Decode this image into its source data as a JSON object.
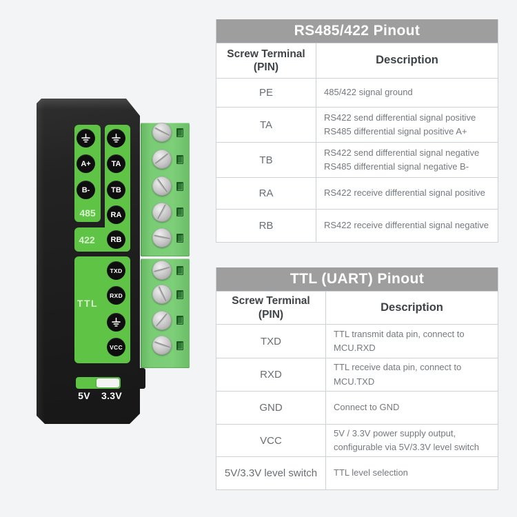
{
  "tables": {
    "rs485": {
      "title": "RS485/422 Pinout",
      "col1_header_line1": "Screw Terminal",
      "col1_header_line2": "(PIN)",
      "col2_header": "Description",
      "rows": [
        {
          "pin": "PE",
          "desc1": "485/422 signal ground",
          "desc2": ""
        },
        {
          "pin": "TA",
          "desc1": "RS422 send differential signal positive",
          "desc2": "RS485 differential signal positive A+"
        },
        {
          "pin": "TB",
          "desc1": "RS422 send differential signal negative",
          "desc2": "RS485 differential signal negative B-"
        },
        {
          "pin": "RA",
          "desc1": "RS422 receive differential signal positive",
          "desc2": ""
        },
        {
          "pin": "RB",
          "desc1": "RS422 receive differential signal negative",
          "desc2": ""
        }
      ]
    },
    "ttl": {
      "title": "TTL (UART) Pinout",
      "col1_header_line1": "Screw Terminal",
      "col1_header_line2": "(PIN)",
      "col2_header": "Description",
      "rows": [
        {
          "pin": "TXD",
          "desc1": "TTL transmit data pin,  connect to",
          "desc2": "MCU.RXD"
        },
        {
          "pin": "RXD",
          "desc1": "TTL receive data pin,  connect to",
          "desc2": "MCU.TXD"
        },
        {
          "pin": "GND",
          "desc1": "Connect to GND",
          "desc2": ""
        },
        {
          "pin": "VCC",
          "desc1": "5V / 3.3V power supply output,",
          "desc2": "configurable via 5V/3.3V level switch"
        },
        {
          "pin": "5V/3.3V level switch",
          "desc1": "TTL level selection",
          "desc2": ""
        }
      ]
    }
  },
  "device": {
    "pins": {
      "a_plus": "A+",
      "b_minus": "B-",
      "ta": "TA",
      "tb": "TB",
      "ra": "RA",
      "rb": "RB",
      "txd": "TXD",
      "rxd": "RXD",
      "vcc": "VCC"
    },
    "groups": {
      "rs485": "485",
      "rs422": "422",
      "ttl": "TTL"
    },
    "level_switch": {
      "left_label": "5V",
      "right_label": "3.3V",
      "knob_position": "right"
    },
    "icons": {
      "ground": "earth-ground-symbol"
    },
    "terminal_blocks": {
      "block1_screws": 5,
      "block2_screws": 4
    },
    "colors": {
      "label_green": "#5fc346",
      "terminal_green": "#74c86f",
      "body_black": "#1f1f1f",
      "table_header_gray": "#9e9e9e"
    }
  }
}
